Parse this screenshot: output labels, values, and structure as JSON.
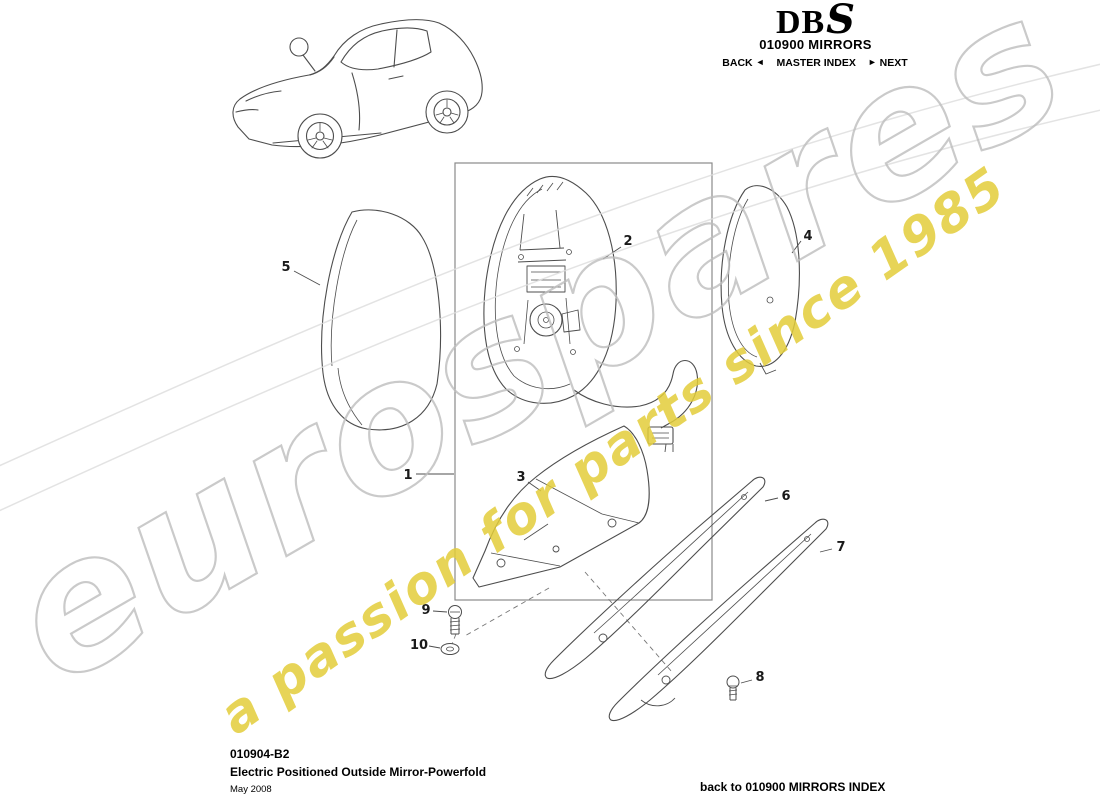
{
  "header": {
    "brand_db": "DB",
    "brand_s": "S",
    "title": "010900 MIRRORS",
    "nav": {
      "back": "BACK",
      "back_arrow": "◄",
      "master": "MASTER INDEX",
      "next_arrow": "►",
      "next": "NEXT"
    }
  },
  "watermark": {
    "main": "eurospares",
    "tagline": "a passion for parts since 1985",
    "tagline_color": "#e3cd3a",
    "outline_color": "#bdbdbd"
  },
  "diagram": {
    "labels": [
      "1",
      "2",
      "3",
      "4",
      "5",
      "6",
      "7",
      "8",
      "9",
      "10"
    ]
  },
  "footer": {
    "doc_number": "010904-B2",
    "title": "Electric Positioned Outside Mirror-Powerfold",
    "date": "May 2008",
    "back_link": "back to 010900 MIRRORS INDEX"
  }
}
